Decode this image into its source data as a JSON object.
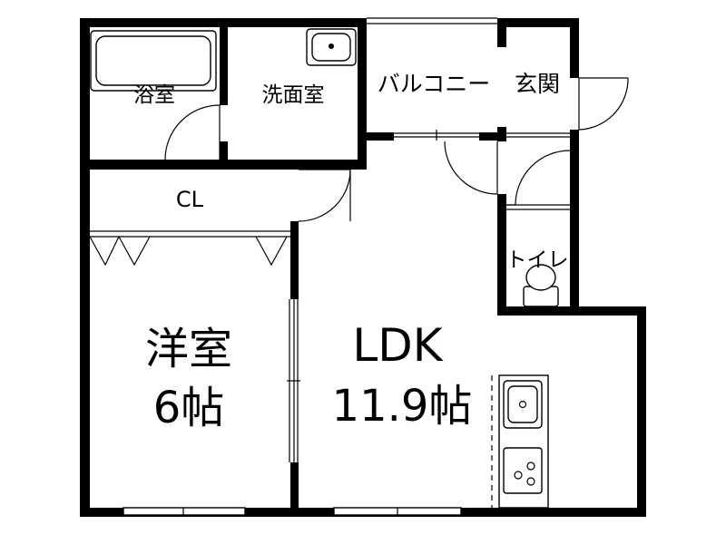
{
  "rooms": {
    "bath": "浴室",
    "washroom": "洗面室",
    "balcony": "バルコニー",
    "entrance": "玄関",
    "closet": "CL",
    "toilet": "トイレ",
    "western_room": {
      "name": "洋室",
      "size": "6帖"
    },
    "ldk": {
      "name": "LDK",
      "size": "11.9帖"
    }
  }
}
